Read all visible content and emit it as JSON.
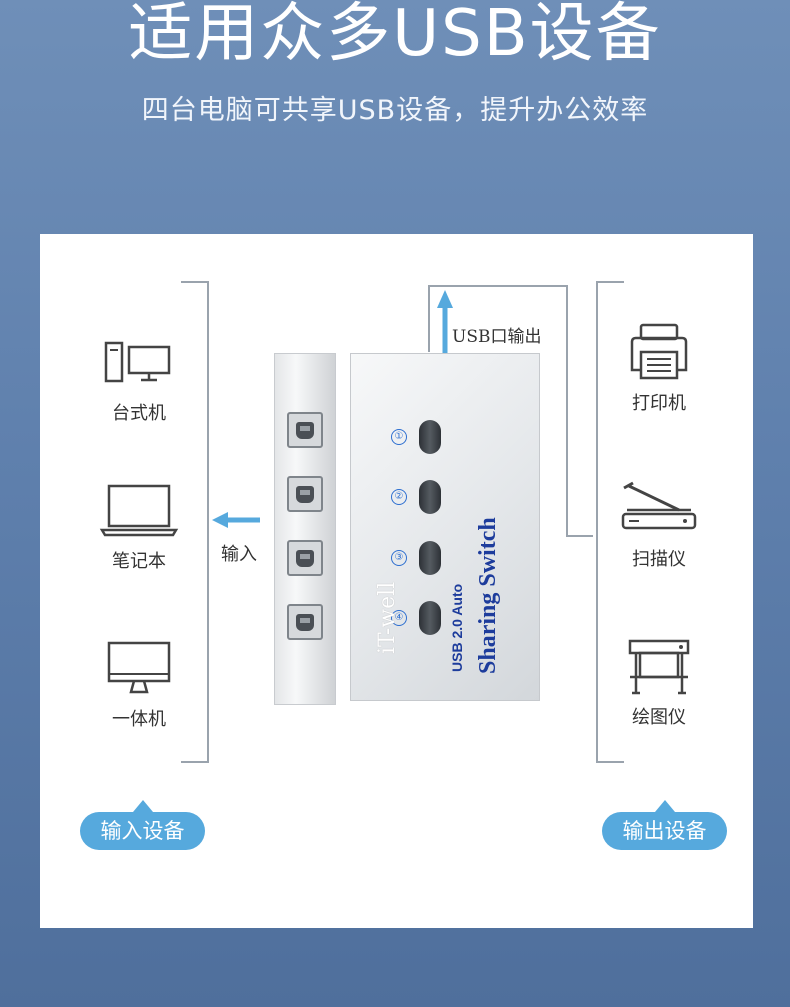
{
  "header": {
    "title": "适用众多USB设备",
    "subtitle": "四台电脑可共享USB设备，提升办公效率"
  },
  "input_devices": [
    {
      "label": "台式机",
      "icon": "desktop-computer-icon"
    },
    {
      "label": "笔记本",
      "icon": "laptop-icon"
    },
    {
      "label": "一体机",
      "icon": "all-in-one-pc-icon"
    }
  ],
  "output_devices": [
    {
      "label": "打印机",
      "icon": "printer-icon"
    },
    {
      "label": "扫描仪",
      "icon": "scanner-icon"
    },
    {
      "label": "绘图仪",
      "icon": "plotter-icon"
    }
  ],
  "diagram": {
    "input_arrow_label": "输入",
    "usb_port_label": "USB口输出",
    "switch": {
      "brand": "iT-well",
      "model_line1": "USB 2.0  Auto",
      "model_line2": "Sharing Switch",
      "buttons": [
        "①",
        "②",
        "③",
        "④"
      ]
    }
  },
  "badges": {
    "input": "输入设备",
    "output": "输出设备"
  },
  "colors": {
    "accent": "#56a9dd",
    "switch_text": "#1d3c9c",
    "button_number": "#2e6fd0"
  }
}
